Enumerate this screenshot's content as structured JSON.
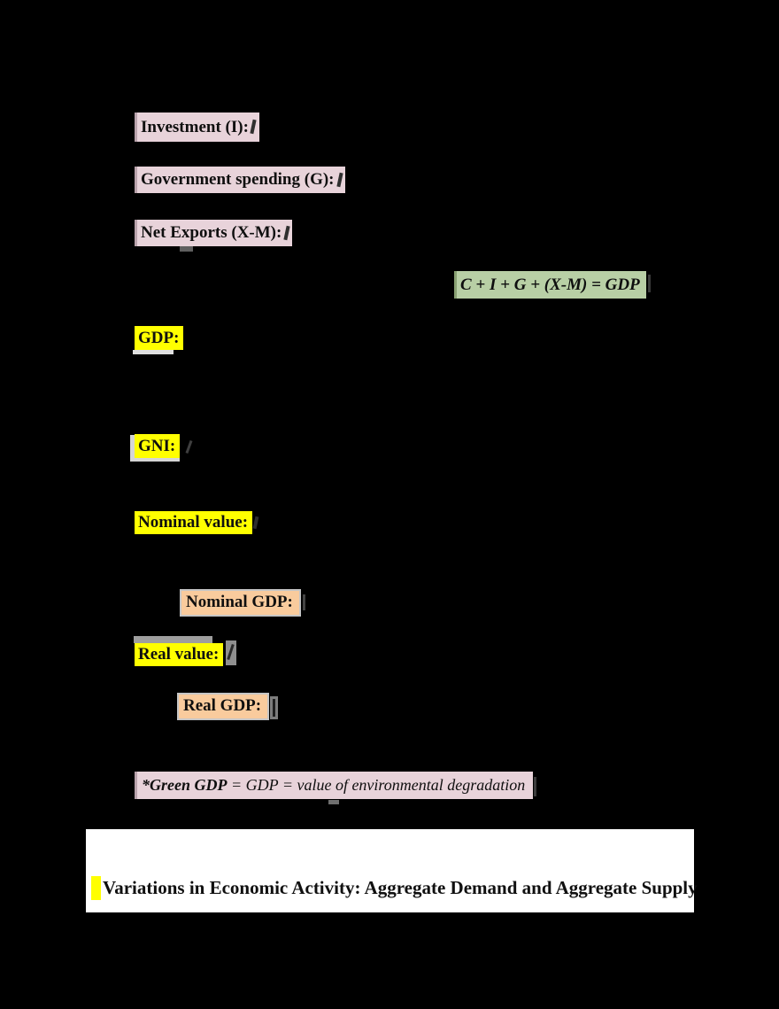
{
  "colors": {
    "background": "#000000",
    "pink": "#e8d3da",
    "yellow": "#ffff00",
    "green": "#b8cfa5",
    "peach": "#f9cb9d",
    "white_page": "#ffffff"
  },
  "terms": {
    "investment": "Investment (I):",
    "government_spending": "Government spending (G):",
    "net_exports": "Net Exports (X-M):",
    "gdp_formula": "C + I + G + (X-M) = GDP",
    "gdp": "GDP:",
    "gni": "GNI:",
    "nominal_value": "Nominal value:",
    "nominal_gdp": "Nominal GDP:",
    "real_value": "Real value:",
    "real_gdp": "Real GDP:",
    "green_gdp_term": "*Green GDP",
    "green_gdp_definition": " = GDP = value of environmental degradation"
  },
  "section_heading": {
    "title": "Variations in Economic Activity: Aggregate Demand and Aggregate Supply"
  }
}
